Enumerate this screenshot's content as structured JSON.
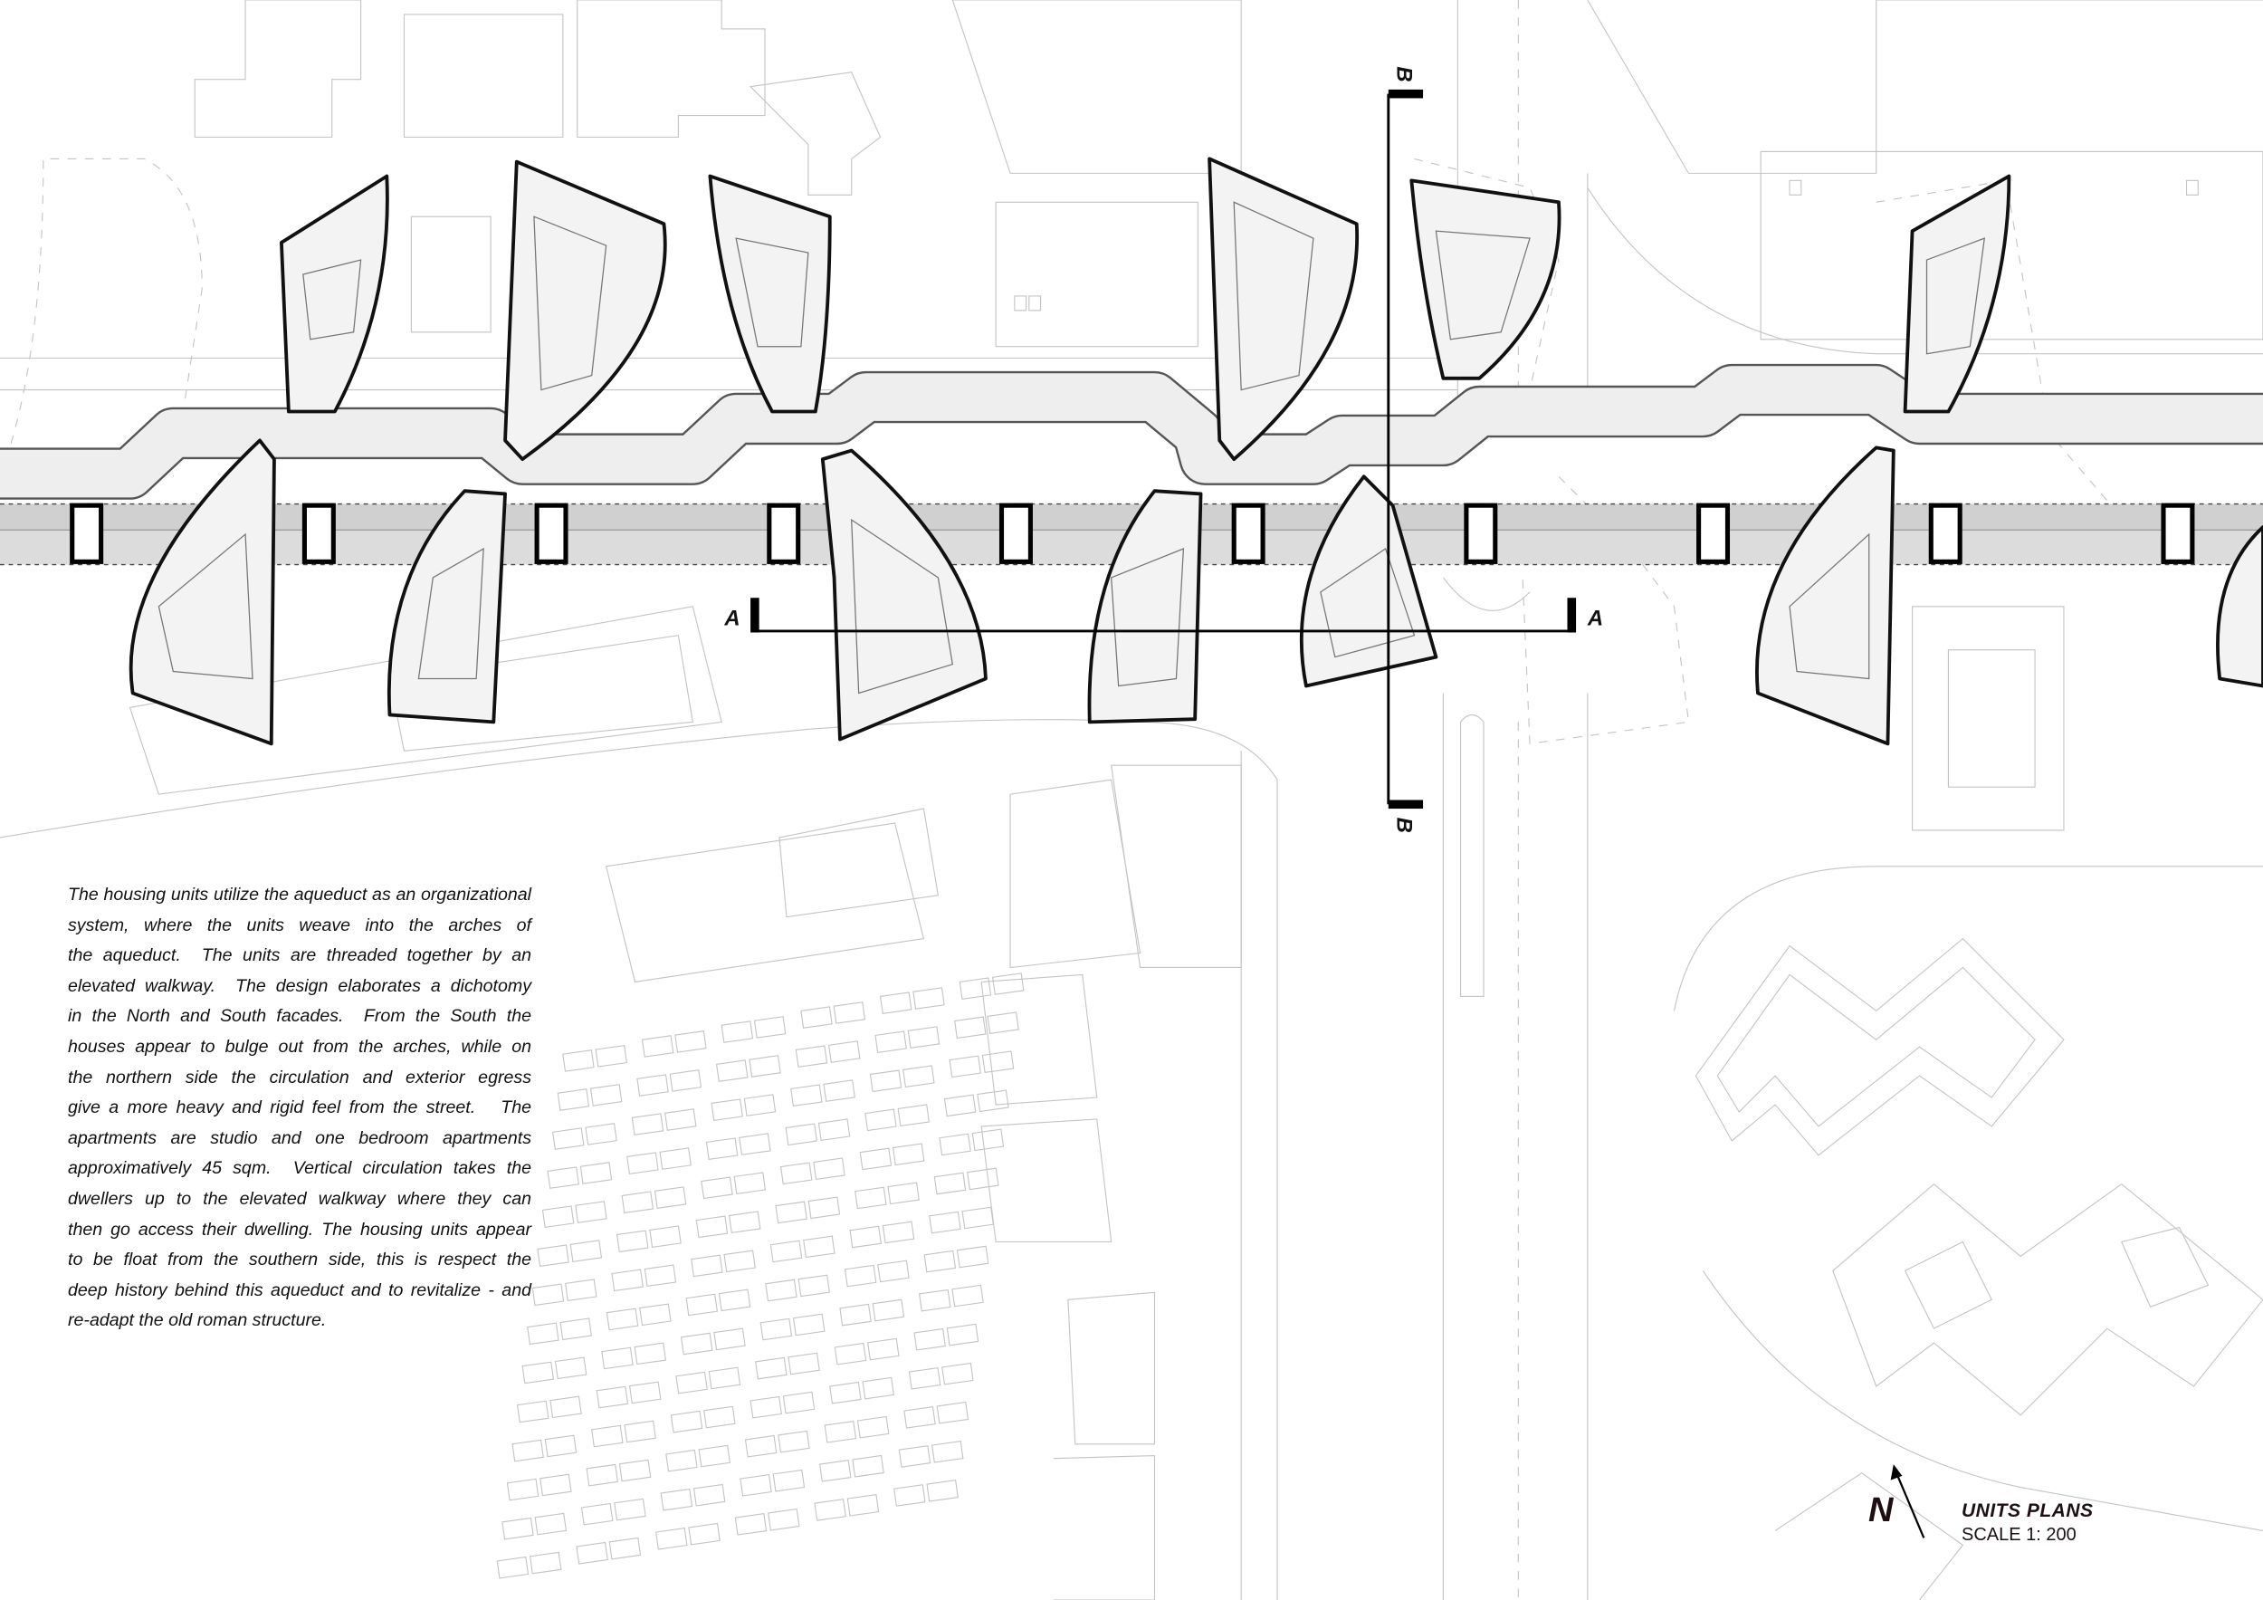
{
  "description": {
    "lines": [
      "The housing units utilize the aqueduct as an organizational",
      "system, where the units weave into the arches of",
      "the aqueduct.  The units are threaded together by an",
      "elevated walkway.  The design elaborates a dichotomy",
      "in the North and South facades.  From the South the",
      "houses appear to bulge out from the arches, while on",
      "the northern side the circulation and exterior egress",
      "give a more heavy and rigid feel from the street.   The",
      "apartments are studio and one bedroom apartments",
      "approximatively 45 sqm.  Vertical circulation takes the",
      "dwellers up to the elevated walkway where they can",
      "then go access their dwelling. The housing units appear",
      "to be float from the southern side, this is respect the",
      "deep history behind this aqueduct and to revitalize - and",
      "re-adapt the old roman structure."
    ]
  },
  "sections": {
    "a_left": "A",
    "a_right": "A",
    "b_top": "B",
    "b_bottom": "B"
  },
  "north_arrow": {
    "label": "N"
  },
  "title_block": {
    "title": "UNITS PLANS",
    "scale": "SCALE 1: 200"
  }
}
